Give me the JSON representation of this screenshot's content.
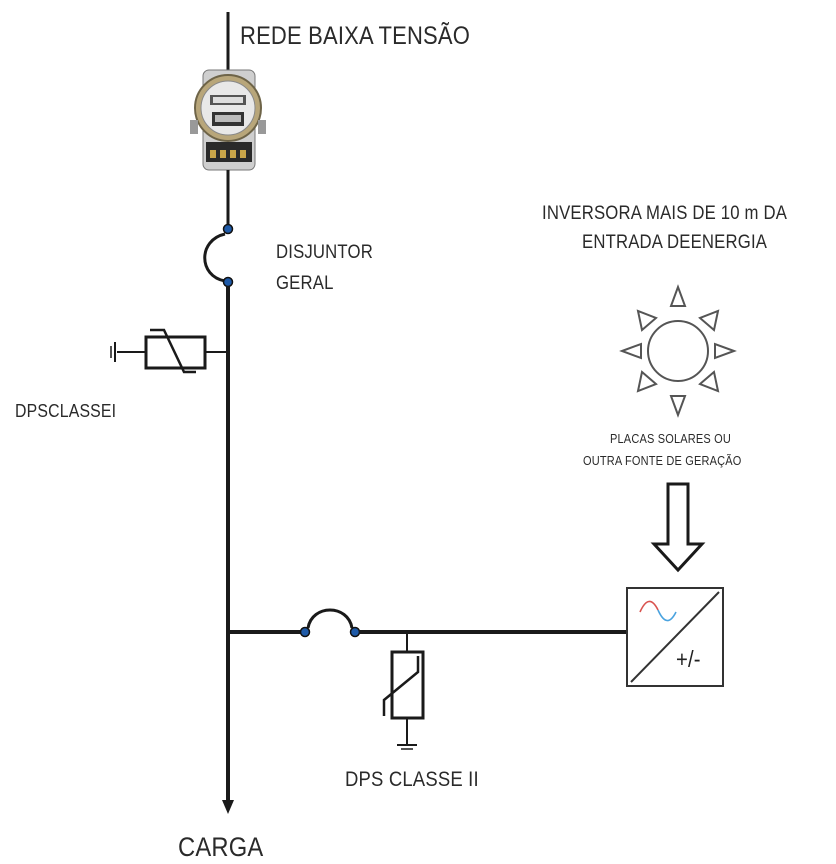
{
  "labels": {
    "grid": "REDE BAIXA TENSÃO",
    "main_breaker_line1": "DISJUNTOR",
    "main_breaker_line2": "GERAL",
    "spd_class1": "DPSCLASSEI",
    "inverter_note_line1": "INVERSORA MAIS DE 10 m DA",
    "inverter_note_line2": "ENTRADA DEENERGIA",
    "solar_line1": "PLACAS SOLARES OU",
    "solar_line2": "OUTRA FONTE DE GERAÇÃO",
    "inverter_symbol": "+/-",
    "spd_class2": "DPS CLASSE II",
    "load": "CARGA"
  },
  "colors": {
    "line": "#1a1a1a",
    "terminal": "#1e5aa8",
    "sine_red": "#d9534f",
    "sine_blue": "#4aa3df"
  },
  "icons": {
    "meter": "electric-meter-icon",
    "sun": "sun-icon",
    "ground": "ground-icon",
    "varistor": "varistor-icon"
  }
}
